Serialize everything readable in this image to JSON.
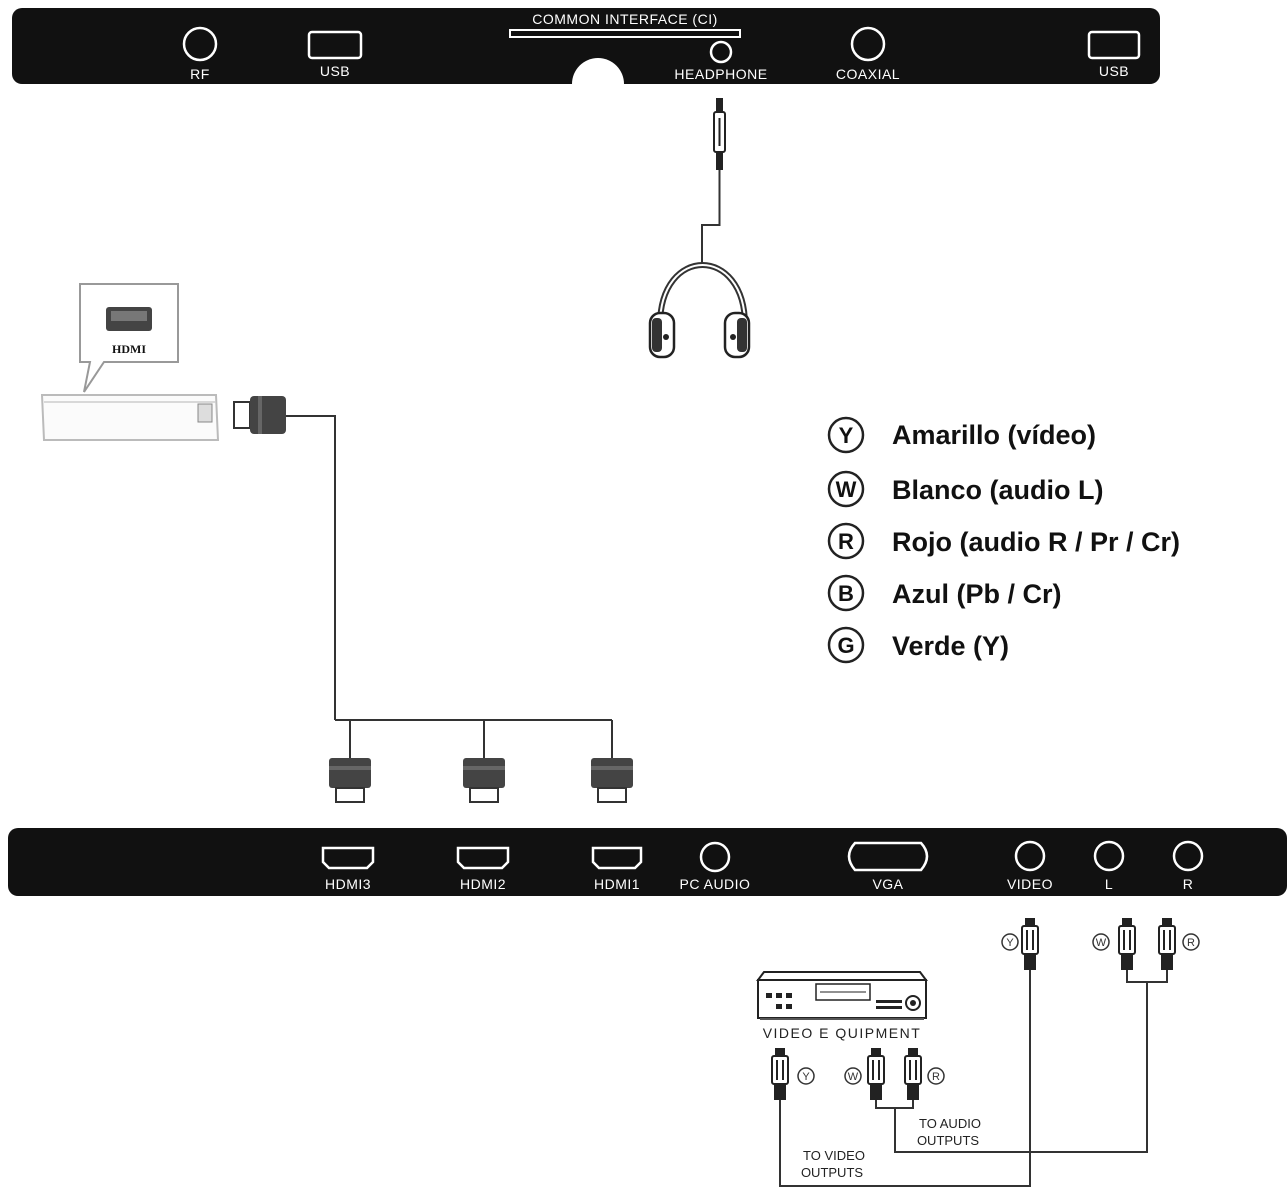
{
  "top_panel": {
    "ci_label": "COMMON INTERFACE (CI)",
    "ports": {
      "rf": "RF",
      "usb_left": "USB",
      "headphone": "HEADPHONE",
      "coaxial": "COAXIAL",
      "usb_right": "USB"
    }
  },
  "hdmi_device": {
    "callout_label": "HDMI"
  },
  "legend": [
    {
      "letter": "Y",
      "text": "Amarillo (vídeo)"
    },
    {
      "letter": "W",
      "text": "Blanco (audio L)"
    },
    {
      "letter": "R",
      "text": "Rojo (audio R / Pr / Cr)"
    },
    {
      "letter": "B",
      "text": "Azul (Pb / Cr)"
    },
    {
      "letter": "G",
      "text": "Verde (Y)"
    }
  ],
  "bottom_panel": {
    "ports": {
      "hdmi3": "HDMI3",
      "hdmi2": "HDMI2",
      "hdmi1": "HDMI1",
      "pc_audio": "PC AUDIO",
      "vga": "VGA",
      "video": "VIDEO",
      "l": "L",
      "r": "R"
    }
  },
  "video_equipment": {
    "label": "VIDEO E QUIPMENT",
    "to_video_outputs": [
      "TO VIDEO",
      "OUTPUTS"
    ],
    "to_audio_outputs": [
      "TO AUDIO",
      "OUTPUTS"
    ]
  },
  "plug_tags": {
    "y": "Y",
    "w": "W",
    "r": "R"
  }
}
